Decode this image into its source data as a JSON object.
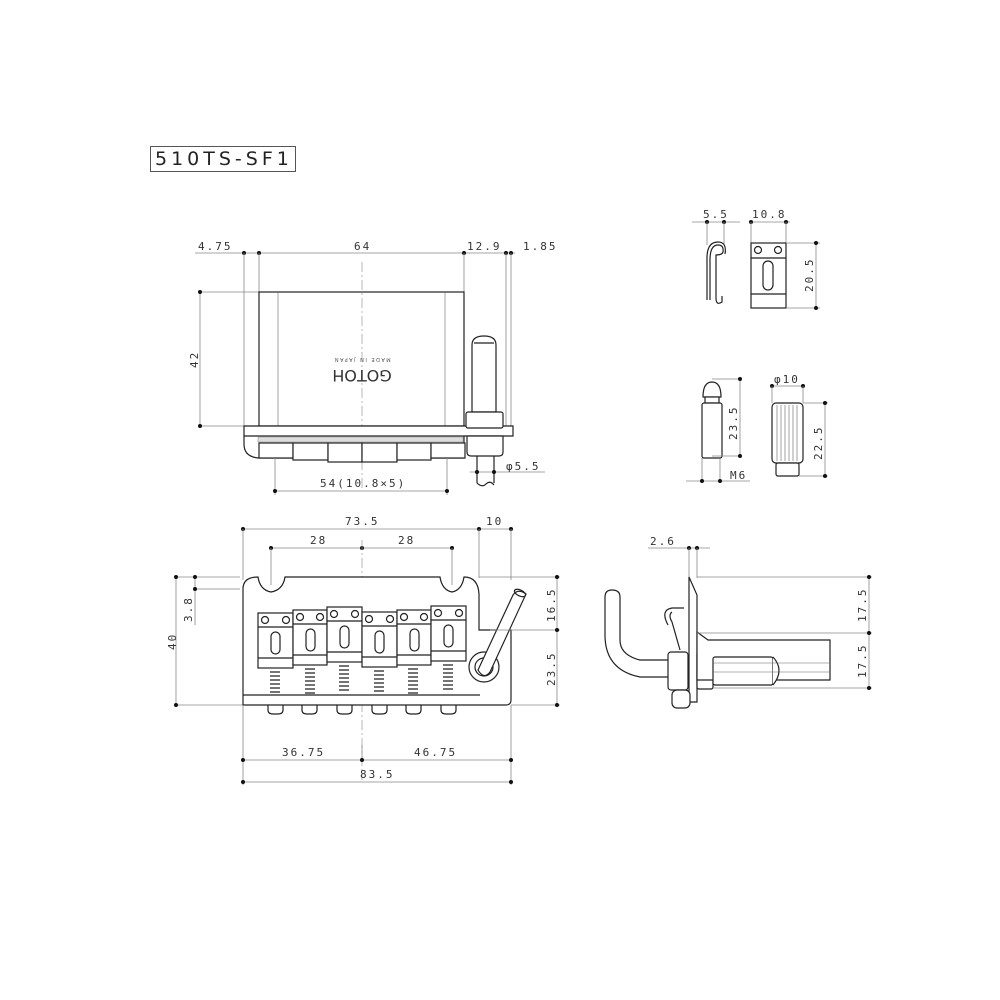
{
  "title": "510TS-SF1",
  "top_view": {
    "dims": {
      "left_offset": "4.75",
      "plate_width": "64",
      "right_offset": "12.9",
      "tail": "1.85",
      "height": "42",
      "saddle_span": "54(10.8×5)",
      "arm_diameter": "φ5.5"
    },
    "logo": "GOTOH",
    "logo_sub": "MADE IN JAPAN"
  },
  "front_view": {
    "dims": {
      "overall_top": "73.5",
      "arm_offset": "10",
      "screw_left": "28",
      "screw_right": "28",
      "notch": "3.8",
      "total_height": "40",
      "upper_height": "16.5",
      "lower_height": "23.5",
      "left_span": "36.75",
      "right_span": "46.75",
      "overall_bottom": "83.5"
    }
  },
  "side_view": {
    "dims": {
      "plate_thickness": "2.6",
      "upper": "17.5",
      "lower": "17.5"
    }
  },
  "parts": {
    "spring_hook": {
      "width": "5.5"
    },
    "saddle": {
      "width": "10.8",
      "height": "20.5"
    },
    "screw": {
      "length": "23.5",
      "thread": "M6"
    },
    "bushing": {
      "diameter": "φ10",
      "length": "22.5"
    }
  }
}
